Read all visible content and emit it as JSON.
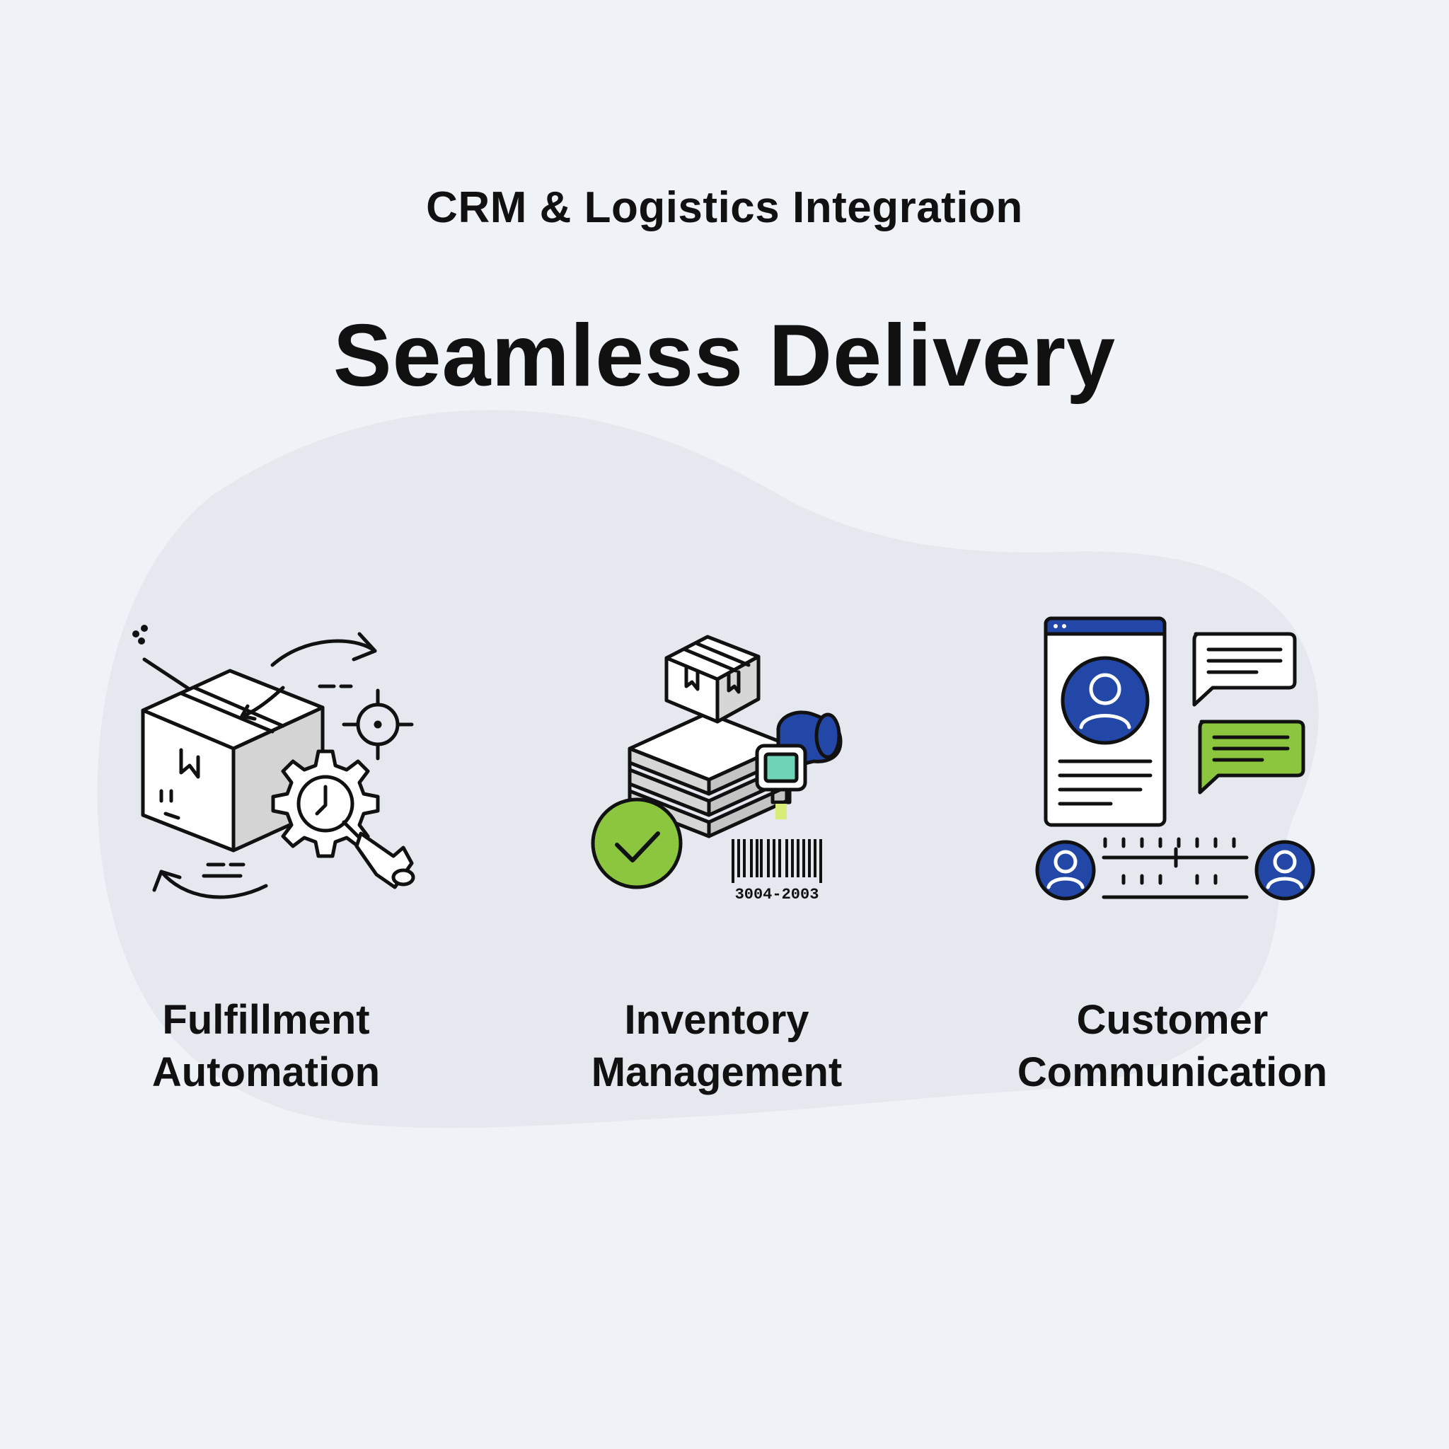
{
  "header": {
    "eyebrow": "CRM & Logistics Integration",
    "title": "Seamless Delivery"
  },
  "colors": {
    "background": "#eff2f6",
    "blob": "#e5e8ee",
    "ink": "#111111",
    "accent_blue": "#2347a6",
    "accent_green": "#8cc63f",
    "scanner_screen": "#6fd3b8"
  },
  "features": [
    {
      "icon": "package-automation-icon",
      "label_line1": "Fulfillment",
      "label_line2": "Automation"
    },
    {
      "icon": "inventory-scan-icon",
      "label_line1": "Inventory",
      "label_line2": "Management",
      "barcode_number": "3004-2003"
    },
    {
      "icon": "customer-chat-icon",
      "label_line1": "Customer",
      "label_line2": "Communication"
    }
  ]
}
